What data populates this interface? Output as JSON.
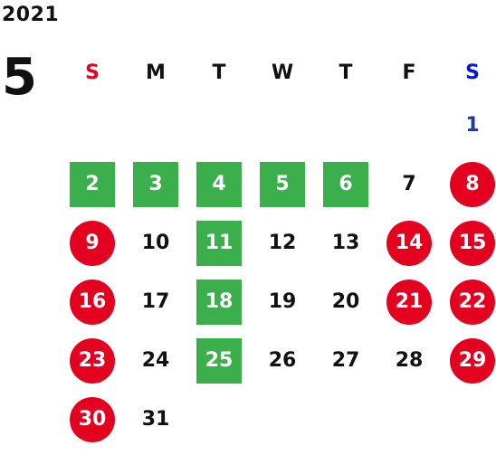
{
  "calendar": {
    "year": "2021",
    "month": "5",
    "weekdays": [
      "S",
      "M",
      "T",
      "W",
      "T",
      "F",
      "S"
    ],
    "weeks": [
      [
        {
          "day": "",
          "style": "empty"
        },
        {
          "day": "",
          "style": "empty"
        },
        {
          "day": "",
          "style": "empty"
        },
        {
          "day": "",
          "style": "empty"
        },
        {
          "day": "",
          "style": "empty"
        },
        {
          "day": "",
          "style": "empty"
        },
        {
          "day": "1",
          "style": "blue"
        }
      ],
      [
        {
          "day": "2",
          "style": "holiday"
        },
        {
          "day": "3",
          "style": "holiday"
        },
        {
          "day": "4",
          "style": "holiday"
        },
        {
          "day": "5",
          "style": "holiday"
        },
        {
          "day": "6",
          "style": "holiday"
        },
        {
          "day": "7",
          "style": "normal"
        },
        {
          "day": "8",
          "style": "off"
        }
      ],
      [
        {
          "day": "9",
          "style": "off"
        },
        {
          "day": "10",
          "style": "normal"
        },
        {
          "day": "11",
          "style": "holiday"
        },
        {
          "day": "12",
          "style": "normal"
        },
        {
          "day": "13",
          "style": "normal"
        },
        {
          "day": "14",
          "style": "off"
        },
        {
          "day": "15",
          "style": "off"
        }
      ],
      [
        {
          "day": "16",
          "style": "off"
        },
        {
          "day": "17",
          "style": "normal"
        },
        {
          "day": "18",
          "style": "holiday"
        },
        {
          "day": "19",
          "style": "normal"
        },
        {
          "day": "20",
          "style": "normal"
        },
        {
          "day": "21",
          "style": "off"
        },
        {
          "day": "22",
          "style": "off"
        }
      ],
      [
        {
          "day": "23",
          "style": "off"
        },
        {
          "day": "24",
          "style": "normal"
        },
        {
          "day": "25",
          "style": "holiday"
        },
        {
          "day": "26",
          "style": "normal"
        },
        {
          "day": "27",
          "style": "normal"
        },
        {
          "day": "28",
          "style": "normal"
        },
        {
          "day": "29",
          "style": "off"
        }
      ],
      [
        {
          "day": "30",
          "style": "off"
        },
        {
          "day": "31",
          "style": "normal"
        },
        {
          "day": "",
          "style": "empty"
        },
        {
          "day": "",
          "style": "empty"
        },
        {
          "day": "",
          "style": "empty"
        },
        {
          "day": "",
          "style": "empty"
        },
        {
          "day": "",
          "style": "empty"
        }
      ]
    ]
  },
  "colors": {
    "sunday_header": "#e8001f",
    "saturday_header": "#0019d6",
    "holiday_green": "#3aaf4b",
    "dayoff_red": "#e4001f",
    "blue_date": "#1d3aa0",
    "text": "#111111"
  }
}
